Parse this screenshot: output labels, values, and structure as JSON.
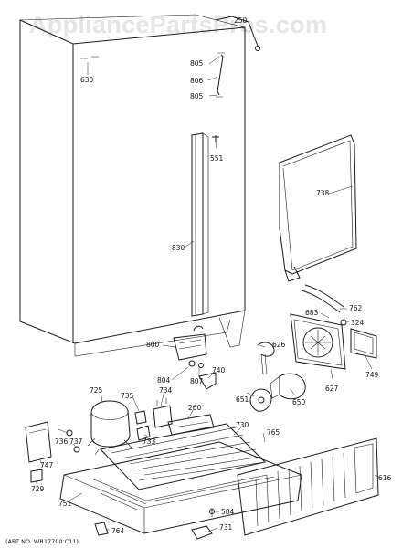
{
  "watermark": "AppliancePartsPros.com",
  "art_number": "(ART NO. WR17700 C11)",
  "callouts": {
    "c250": "250",
    "c630": "630",
    "c805a": "805",
    "c806": "806",
    "c805b": "805",
    "c551": "551",
    "c738": "738",
    "c830": "830",
    "c762": "762",
    "c683": "683",
    "c324": "324",
    "c800": "800",
    "c626": "626",
    "c749": "749",
    "c804": "804",
    "c807": "807",
    "c740": "740",
    "c627": "627",
    "c725": "725",
    "c735": "735",
    "c734": "734",
    "c651": "651",
    "c650": "650",
    "c260": "260",
    "c730": "730",
    "c765": "765",
    "c736": "736",
    "c737": "737",
    "c733": "733",
    "c747": "747",
    "c616": "616",
    "c729": "729",
    "c751": "751",
    "c584": "584",
    "c764": "764",
    "c731": "731"
  }
}
